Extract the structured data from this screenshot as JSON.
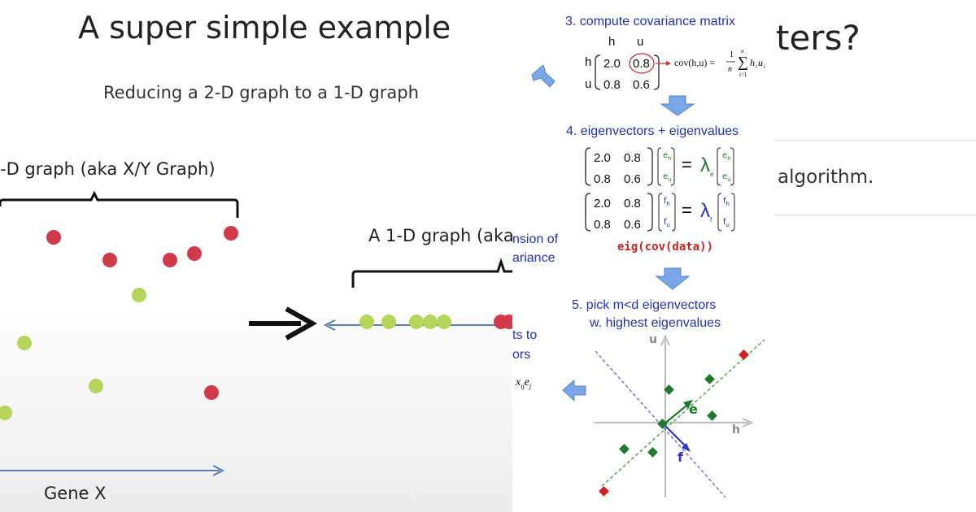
{
  "left": {
    "title": "A super simple example",
    "subtitle": "Reducing a 2-D graph to a 1-D graph",
    "graph2d_label": "-D graph (aka X/Y Graph)",
    "graph1d_label": "A 1-D graph (aka",
    "axis_label": "Gene X",
    "overlay_frag_1": "nsion of",
    "overlay_frag_2": "ariance",
    "overlay_frag_3": "ts to",
    "overlay_frag_4": "ors",
    "overlay_frag_5": "x",
    "overlay_frag_5_sub": "ij",
    "overlay_frag_5_e": "e",
    "overlay_frag_5_esub": "j",
    "colors": {
      "red_dot": "#d03a4a",
      "green_dot": "#b5d65a",
      "arrow": "#5a7db5"
    }
  },
  "middle": {
    "step3": "3. compute covariance matrix",
    "col_h": "h",
    "col_u": "u",
    "row_h": "h",
    "row_u": "u",
    "cov": [
      "2.0",
      "0.8",
      "0.8",
      "0.6"
    ],
    "cov_formula": "cov(h,u) =",
    "cov_frac_num": "1",
    "cov_frac_den": "n",
    "cov_sum_top": "n",
    "cov_sum_bot": "i=1",
    "cov_term": "h",
    "cov_term_sub": "i",
    "cov_term_u": "u",
    "cov_term_usub": "i",
    "step4": "4. eigenvectors + eigenvalues",
    "eig_mat": [
      "2.0",
      "0.8",
      "0.8",
      "0.6"
    ],
    "eh": "e",
    "eh_sub": "h",
    "eu": "e",
    "eu_sub": "u",
    "fh": "f",
    "fh_sub": "h",
    "fu": "f",
    "fu_sub": "u",
    "equals": "=",
    "lambda": "λ",
    "lambda_e_sub": "e",
    "lambda_f_sub": "f",
    "eig_code": "eig(cov(data))",
    "step5_line1": "5. pick m<d eigenvectors",
    "step5_line2": "w. highest eigenvalues",
    "plot_u": "u",
    "plot_h": "h",
    "plot_e": "e",
    "plot_f": "f",
    "colors": {
      "blue_text": "#2233bb",
      "green_marker": "#1e7a2a",
      "red_marker": "#cc2222",
      "arrow": "#6a9ae0"
    }
  },
  "right": {
    "title_frag": "ters?",
    "body_frag": "algorithm."
  }
}
